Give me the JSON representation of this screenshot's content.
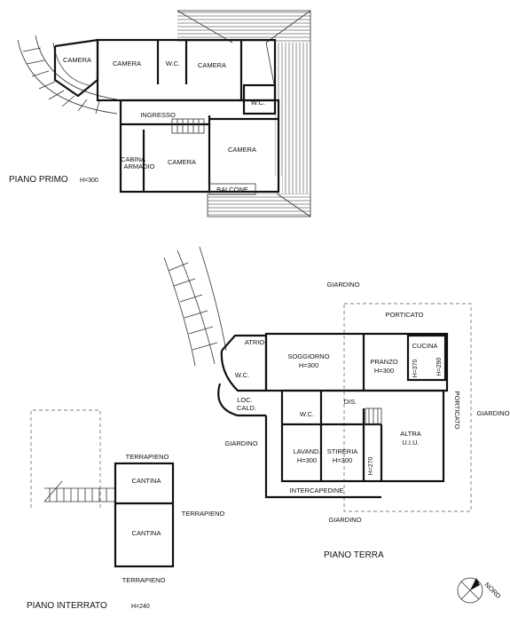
{
  "floors": {
    "primo": {
      "title": "PIANO PRIMO",
      "height": "H=300",
      "rooms": {
        "camera_stair": "CAMERA",
        "camera_1": "CAMERA",
        "wc_1": "W.C.",
        "camera_2": "CAMERA",
        "wc_2": "W.C.",
        "ingresso": "INGRESSO",
        "cabina_1": "CABINA",
        "cabina_2": "ARMADIO",
        "camera_3": "CAMERA",
        "camera_4": "CAMERA",
        "balcone": "BALCONE"
      }
    },
    "terra": {
      "title": "PIANO TERRA",
      "rooms": {
        "giardino_top": "GIARDINO",
        "porticato_top": "PORTICATO",
        "atrio": "ATRIO",
        "soggiorno": "SOGGIORNO",
        "soggiorno_h": "H=300",
        "pranzo": "PRANZO",
        "pranzo_h": "H=300",
        "cucina": "CUCINA",
        "h370": "H=370",
        "h290": "H=290",
        "wc_terra": "W.C.",
        "loc_1": "LOC.",
        "loc_2": "CALD.",
        "giardino_left": "GIARDINO",
        "wc_2": "W.C.",
        "dis": "DIS.",
        "lavand": "LAVAND.",
        "lavand_h": "H=300",
        "stireria": "STIRERIA",
        "stireria_h": "H=300",
        "h270": "H=270",
        "altra_1": "ALTRA",
        "altra_2": "U.I.U.",
        "porticato_right": "PORTICATO",
        "giardino_right": "GIARDINO",
        "intercapedine": "INTERCAPEDINE",
        "giardino_bottom": "GIARDINO"
      }
    },
    "interrato": {
      "title": "PIANO INTERRATO",
      "height": "H=240",
      "rooms": {
        "terrapieno_top": "TERRAPIENO",
        "cantina_1": "CANTINA",
        "terrapieno_right": "TERRAPIENO",
        "cantina_2": "CANTINA",
        "terrapieno_bottom": "TERRAPIENO"
      }
    }
  },
  "compass": {
    "label": "NORD"
  }
}
